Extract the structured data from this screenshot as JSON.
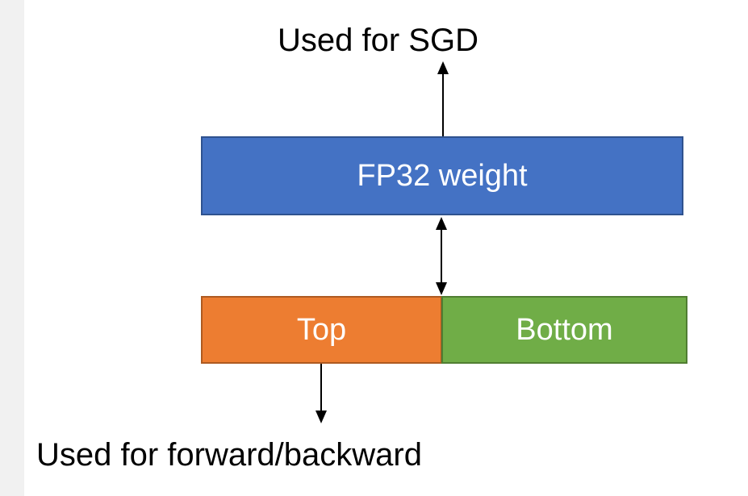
{
  "labels": {
    "sgd": "Used for SGD",
    "forward_backward": "Used for forward/backward"
  },
  "boxes": {
    "fp32_weight": "FP32 weight",
    "top": "Top",
    "bottom": "Bottom"
  },
  "colors": {
    "fp32_weight": "#4472c4",
    "top": "#ed7d31",
    "bottom": "#70ad47",
    "arrow": "#000000"
  }
}
